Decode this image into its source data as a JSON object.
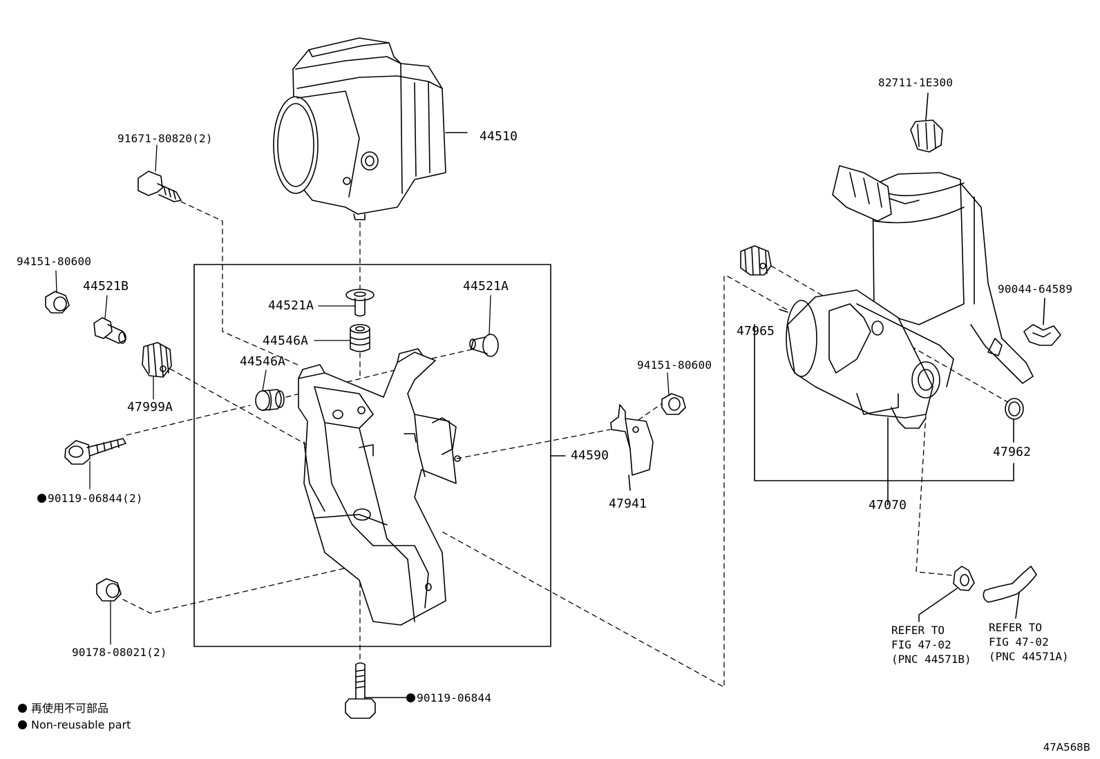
{
  "parts": {
    "p44510": "44510",
    "p91671": "91671-80820(2)",
    "p94151_left": "94151-80600",
    "p44521B": "44521B",
    "p44521A_center": "44521A",
    "p44521A_right": "44521A",
    "p44546A_top": "44546A",
    "p44546A_left": "44546A",
    "p47999A": "47999A",
    "p90119_left": "90119-06844(2)",
    "p44590": "44590",
    "p94151_right": "94151-80600",
    "p47941": "47941",
    "p90178": "90178-08021(2)",
    "p90119_bottom": "90119-06844",
    "p82711": "82711-1E300",
    "p90044": "90044-64589",
    "p47965": "47965",
    "p47962": "47962",
    "p47070": "47070"
  },
  "refs": {
    "ref_b": [
      "REFER TO",
      "FIG 47-02",
      "(PNC 44571B)"
    ],
    "ref_a": [
      "REFER TO",
      "FIG 47-02",
      "(PNC 44571A)"
    ]
  },
  "legend": {
    "line_ja": "再使用不可部品",
    "line_en": "Non-reusable part"
  },
  "figure_code": "47A568B"
}
